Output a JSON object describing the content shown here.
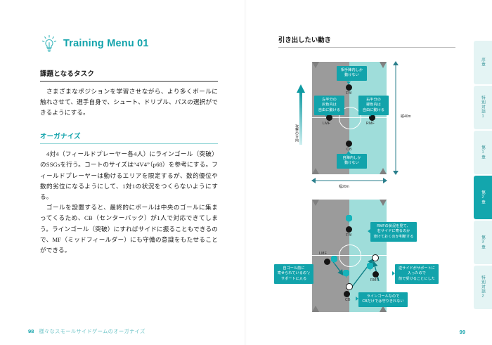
{
  "meta": {
    "accent": "#12a3ab",
    "pitch_left_color": "#9b9b9b",
    "pitch_right_color": "#9fddda",
    "tab_bg": "#e4f4f4"
  },
  "left_page": {
    "menu_label": "Training Menu 01",
    "bulb_icon": "lightbulb-icon",
    "sections": [
      {
        "heading": "課題となるタスク",
        "accent": false,
        "paragraphs": [
          "さまざまなポジションを学習させながら、より多くボールに触れさせて、選手自身で、シュート、ドリブル、パスの選択ができるようにする。"
        ]
      },
      {
        "heading": "オーガナイズ",
        "accent": true,
        "paragraphs": [
          "4対4（フィールドプレーヤー各4人）にラインゴール（突破）のSSGsを行う。コートのサイズは“4V4”（p68）を参考にする。フィールドプレーヤーは動けるエリアを限定するが、数的優位や数的劣位になるようにして、1対1の状況をつくらないようにする。",
          "ゴールを設置すると、最終的にボールは中央のゴールに集まってくるため、CB（センターバック）が1人で対応できてしまう。ラインゴール（突破）にすればサイドに振ることもできるので、MF（ミッドフィールダー）にも守備の意識をもたせることができる。"
        ]
      }
    ],
    "footer": {
      "folio": "98",
      "running_head": "様々なスモールサイドゲームのオーガナイズ"
    }
  },
  "right_page": {
    "heading": "引き出したい動き",
    "folio": "99",
    "tabs": [
      {
        "label": "序章",
        "active": false
      },
      {
        "label": "特別対談1",
        "active": false
      },
      {
        "label": "第1章",
        "active": false
      },
      {
        "label": "第2章",
        "active": true
      },
      {
        "label": "第3章",
        "active": false
      },
      {
        "label": "特別対談2",
        "active": false
      }
    ],
    "diagram_top": {
      "name": "pitch-diagram-organization",
      "players": [
        {
          "id": "FW",
          "label": "FW"
        },
        {
          "id": "LMF",
          "label": "LMF"
        },
        {
          "id": "RMF",
          "label": "RMF"
        },
        {
          "id": "CB",
          "label": "CB"
        }
      ],
      "callouts": [
        {
          "id": "opponent-half",
          "text": "相手陣内しか\n動けない"
        },
        {
          "id": "left-grey",
          "text": "左半分の\n灰色内は\n自由に動ける"
        },
        {
          "id": "right-green",
          "text": "右半分の\n緑色内は\n自由に動ける"
        },
        {
          "id": "own-half",
          "text": "自陣内しか\n動けない"
        }
      ],
      "dimensions": {
        "vertical": "縦40m",
        "horizontal": "幅20m",
        "direction": "攻撃の方向"
      }
    },
    "diagram_bottom": {
      "name": "pitch-diagram-movements",
      "players": [
        {
          "id": "FW",
          "label": "FW"
        },
        {
          "id": "LMF",
          "label": "LMF"
        },
        {
          "id": "RMF",
          "label": "RMF"
        },
        {
          "id": "CB",
          "label": "CB"
        }
      ],
      "callouts": [
        {
          "id": "rmf-judgement",
          "text": "RMFの状況を見て、\n右サイドに寄るのか\n空けておくのか判断する"
        },
        {
          "id": "lmf-support",
          "text": "自ゴール前に\n寄せられているので\nサポートに入る"
        },
        {
          "id": "rmf-receive",
          "text": "逆サイドがサポートに\n入ったので\n前で受けることにした"
        },
        {
          "id": "line-goal",
          "text": "ラインゴールなので\nCBだけでは守りきれない"
        }
      ]
    }
  }
}
